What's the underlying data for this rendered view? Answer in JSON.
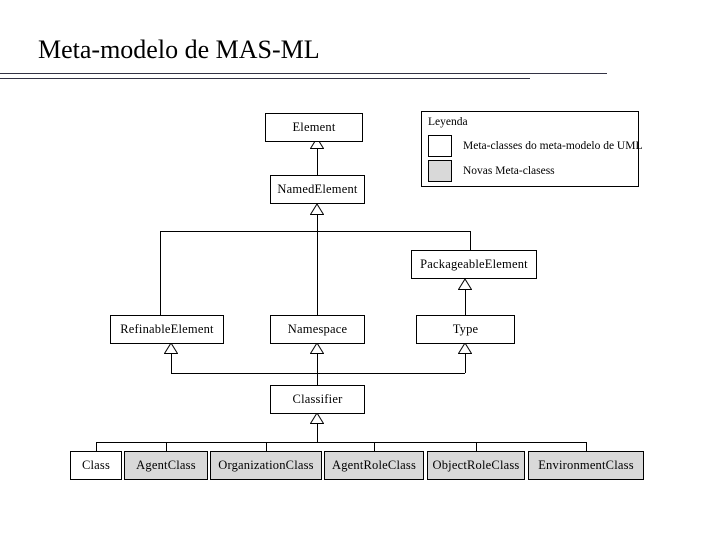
{
  "slide": {
    "title": "Meta-modelo de MAS-ML"
  },
  "legend": {
    "title": "Leyenda",
    "items": [
      {
        "swatch": "white",
        "label": "Meta-classes do meta-modelo de UML"
      },
      {
        "swatch": "gray",
        "label": "Novas Meta-clasess"
      }
    ]
  },
  "diagram": {
    "type": "uml-class-diagram",
    "classes": [
      {
        "id": "element",
        "label": "Element",
        "fill": "white"
      },
      {
        "id": "named-element",
        "label": "NamedElement",
        "fill": "white"
      },
      {
        "id": "packageable-element",
        "label": "PackageableElement",
        "fill": "white"
      },
      {
        "id": "refinable-element",
        "label": "RefinableElement",
        "fill": "white"
      },
      {
        "id": "namespace",
        "label": "Namespace",
        "fill": "white"
      },
      {
        "id": "type",
        "label": "Type",
        "fill": "white"
      },
      {
        "id": "classifier",
        "label": "Classifier",
        "fill": "white"
      },
      {
        "id": "class",
        "label": "Class",
        "fill": "white"
      },
      {
        "id": "agent-class",
        "label": "AgentClass",
        "fill": "gray"
      },
      {
        "id": "organization-class",
        "label": "OrganizationClass",
        "fill": "gray"
      },
      {
        "id": "agent-role-class",
        "label": "AgentRoleClass",
        "fill": "gray"
      },
      {
        "id": "object-role-class",
        "label": "ObjectRoleClass",
        "fill": "gray"
      },
      {
        "id": "environment-class",
        "label": "EnvironmentClass",
        "fill": "gray"
      }
    ],
    "generalizations": [
      {
        "from": "named-element",
        "to": "element"
      },
      {
        "from": "refinable-element",
        "to": "named-element"
      },
      {
        "from": "namespace",
        "to": "named-element"
      },
      {
        "from": "packageable-element",
        "to": "named-element"
      },
      {
        "from": "type",
        "to": "packageable-element"
      },
      {
        "from": "classifier",
        "to": "refinable-element"
      },
      {
        "from": "classifier",
        "to": "namespace"
      },
      {
        "from": "classifier",
        "to": "type"
      },
      {
        "from": "class",
        "to": "classifier"
      },
      {
        "from": "agent-class",
        "to": "classifier"
      },
      {
        "from": "organization-class",
        "to": "classifier"
      },
      {
        "from": "agent-role-class",
        "to": "classifier"
      },
      {
        "from": "object-role-class",
        "to": "classifier"
      },
      {
        "from": "environment-class",
        "to": "classifier"
      }
    ]
  },
  "colors": {
    "novel_class_fill": "#d9d9d9",
    "uml_class_fill": "#ffffff",
    "stroke": "#000000",
    "rule": "#333344"
  }
}
